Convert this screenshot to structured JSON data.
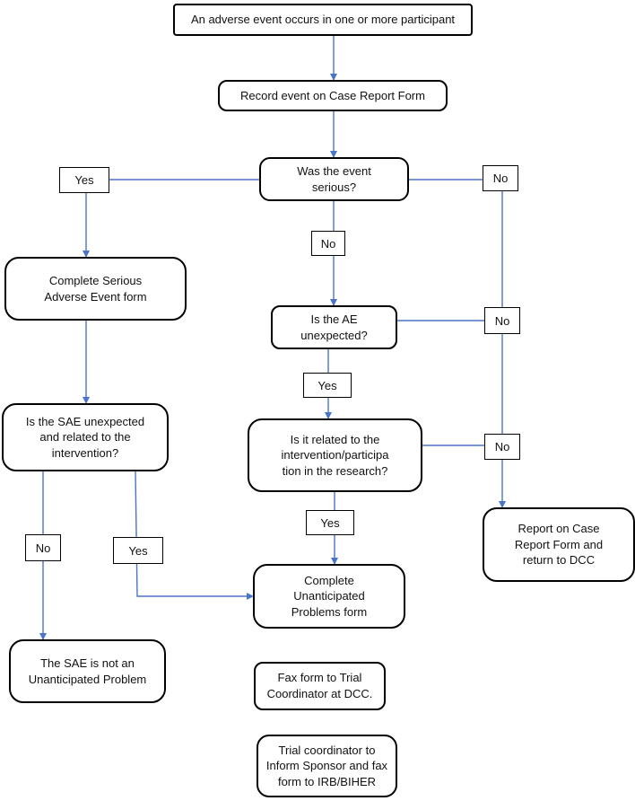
{
  "nodes": {
    "start": "An adverse event occurs in one or more participant",
    "record": "Record event on Case Report Form",
    "serious": "Was the event\nserious?",
    "sae_form": "Complete Serious\nAdverse Event form",
    "ae_unexpected": "Is the AE unexpected?",
    "sae_unexpected": "Is the SAE unexpected\nand related to the\nintervention?",
    "related": "Is it related to the\nintervention/participa\ntion in the research?",
    "report_crf": "Report on Case\nReport Form and\nreturn to DCC",
    "up_form": "Complete\nUnanticipated\nProblems form",
    "not_up": "The SAE is not an\nUnanticipated Problem",
    "fax": "Fax form to Trial\nCoordinator at DCC.",
    "coordinator": "Trial coordinator to\nInform Sponsor and fax\nform to IRB/BIHER"
  },
  "labels": {
    "yes_serious": "Yes",
    "no_serious_right": "No",
    "no_serious_mid": "No",
    "no_ae": "No",
    "yes_ae": "Yes",
    "no_related": "No",
    "yes_related": "Yes",
    "no_sae": "No",
    "yes_sae": "Yes"
  },
  "colors": {
    "edge": "#4a74c9",
    "border": "#000000"
  }
}
